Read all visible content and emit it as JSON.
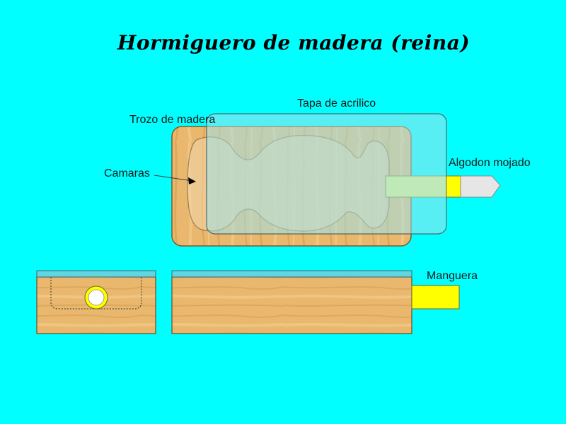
{
  "title": "Hormiguero de madera (reina)",
  "labels": {
    "tapa": "Tapa de acrilico",
    "trozo": "Trozo de madera",
    "camaras": "Camaras",
    "algodon": "Algodon mojado",
    "manguera": "Manguera"
  },
  "colors": {
    "background": "#00ffff",
    "wood": "#e6b36a",
    "acrylic": "#8fe0e8",
    "hose": "#ffff00",
    "cotton": "#e6e6e6"
  }
}
